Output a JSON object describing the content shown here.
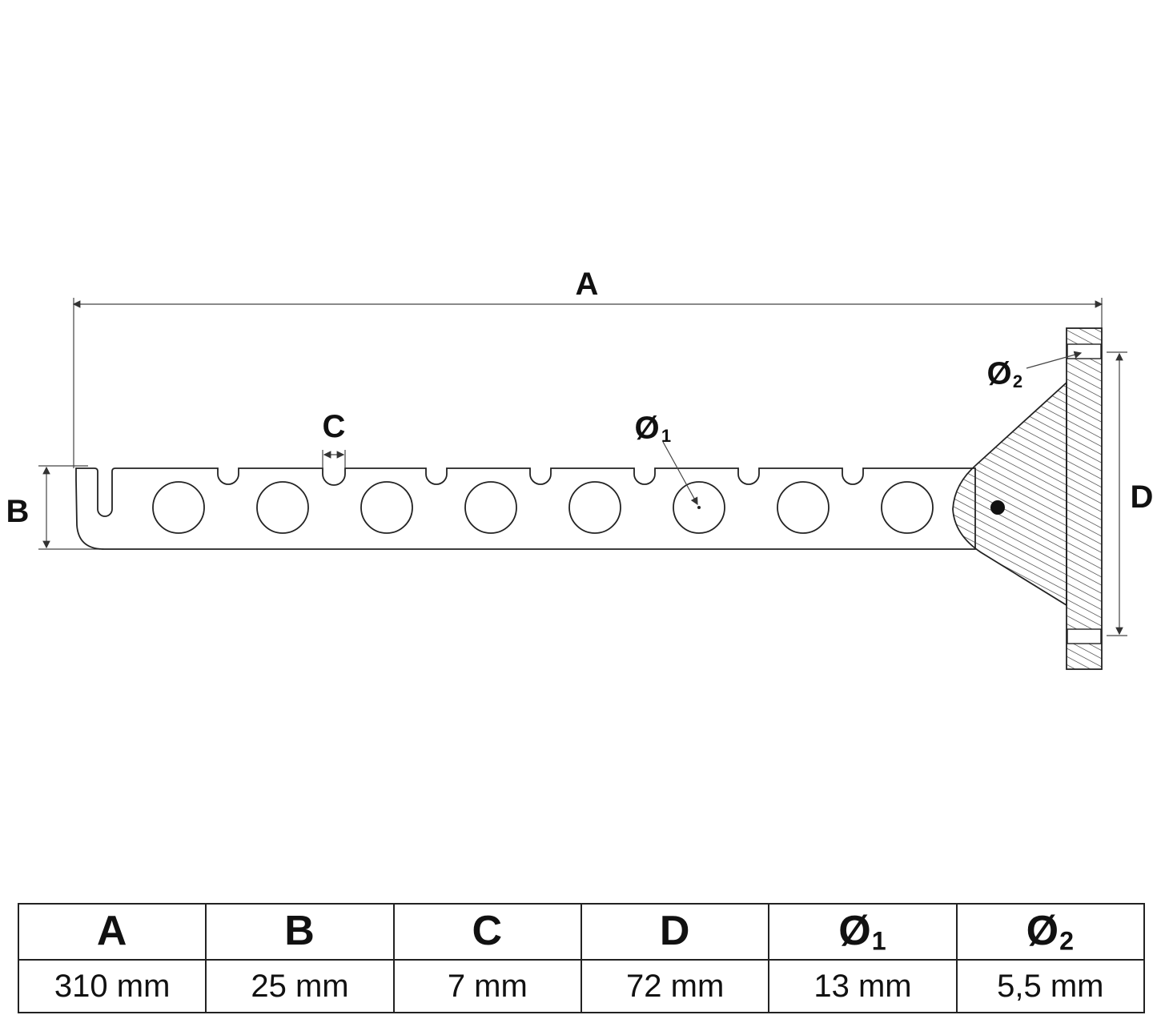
{
  "diagram": {
    "labels": {
      "A": "A",
      "B": "B",
      "C": "C",
      "D": "D",
      "d1_symbol": "Ø",
      "d1_index": "1",
      "d2_symbol": "Ø",
      "d2_index": "2"
    },
    "hole_count": 8,
    "notch_count": 8
  },
  "table": {
    "headers": [
      {
        "symbol": "A",
        "index": ""
      },
      {
        "symbol": "B",
        "index": ""
      },
      {
        "symbol": "C",
        "index": ""
      },
      {
        "symbol": "D",
        "index": ""
      },
      {
        "symbol": "Ø",
        "index": "1"
      },
      {
        "symbol": "Ø",
        "index": "2"
      }
    ],
    "values": [
      "310 mm",
      "25 mm",
      "7 mm",
      "72 mm",
      "13 mm",
      "5,5 mm"
    ]
  },
  "colors": {
    "line": "#222222",
    "background": "#ffffff"
  }
}
